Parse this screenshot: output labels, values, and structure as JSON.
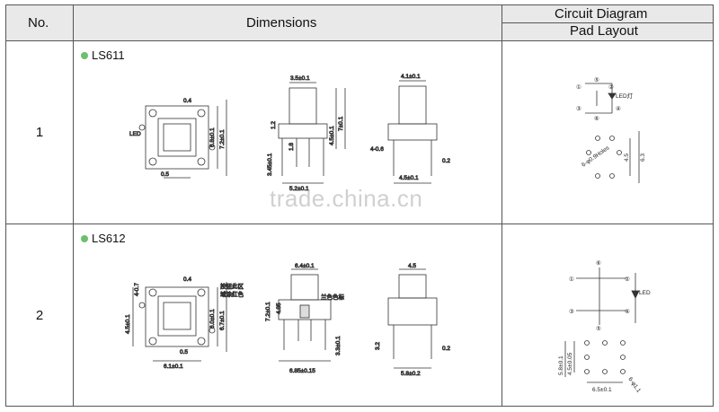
{
  "header": {
    "no": "No.",
    "dimensions": "Dimensions",
    "circuit_diagram": "Circuit Diagram",
    "pad_layout": "Pad Layout"
  },
  "rows": [
    {
      "no": "1",
      "model": "LS611",
      "labels": {
        "top_04": "0.4",
        "led": "LED",
        "d_68": "6.8±0.1",
        "d_72": "7.2±0.1",
        "d_05": "0.5",
        "d_35": "3.5±0.1",
        "d_12": "1.2",
        "d_18": "1.8",
        "d_345": "3.45±0.1",
        "d_45": "4.5±0.1",
        "d_7": "7±0.1",
        "d_52": "5.2±0.1",
        "d_41": "4.1±0.1",
        "d_406": "4-0.6",
        "d_02": "0.2",
        "d_45b": "4.5±0.1",
        "cir_led": "LED灯",
        "cir_1": "①",
        "cir_2": "②",
        "cir_3": "③",
        "cir_4": "④",
        "cir_5": "⑤",
        "cir_6": "⑥",
        "pad_holes": "6-φ0.9Holes",
        "pad_45": "4.5",
        "pad_63": "6.3"
      }
    },
    {
      "no": "2",
      "model": "LS612",
      "labels": {
        "d_407": "4-0.7",
        "top_04": "0.4",
        "cn_note": "按钮此区",
        "cn_note2": "域涂红色",
        "d_45": "4.5±0.1",
        "d_60": "6.0±0.1",
        "d_67": "6.7±0.1",
        "d_05": "0.5",
        "d_61": "6.1±0.1",
        "d_64": "6.4±0.1",
        "d_72": "7.2±0.1",
        "d_485": "4.85",
        "cn_color": "兰色色标",
        "d_33": "3.3±0.1",
        "d_685": "6.85±0.15",
        "d_45c": "4.5",
        "d_32": "3.2",
        "d_02": "0.2",
        "d_58": "5.8±0.2",
        "cir_led": "LED",
        "cir_1": "①",
        "cir_2": "②",
        "cir_3": "③",
        "cir_4": "④",
        "cir_5": "⑤",
        "cir_6": "⑥",
        "pad_58": "5.8±0.1",
        "pad_45": "4.5±0.05",
        "pad_65": "6.5±0.1",
        "pad_61": "6-φ1.1"
      }
    }
  ],
  "watermark": "trade.china.cn"
}
